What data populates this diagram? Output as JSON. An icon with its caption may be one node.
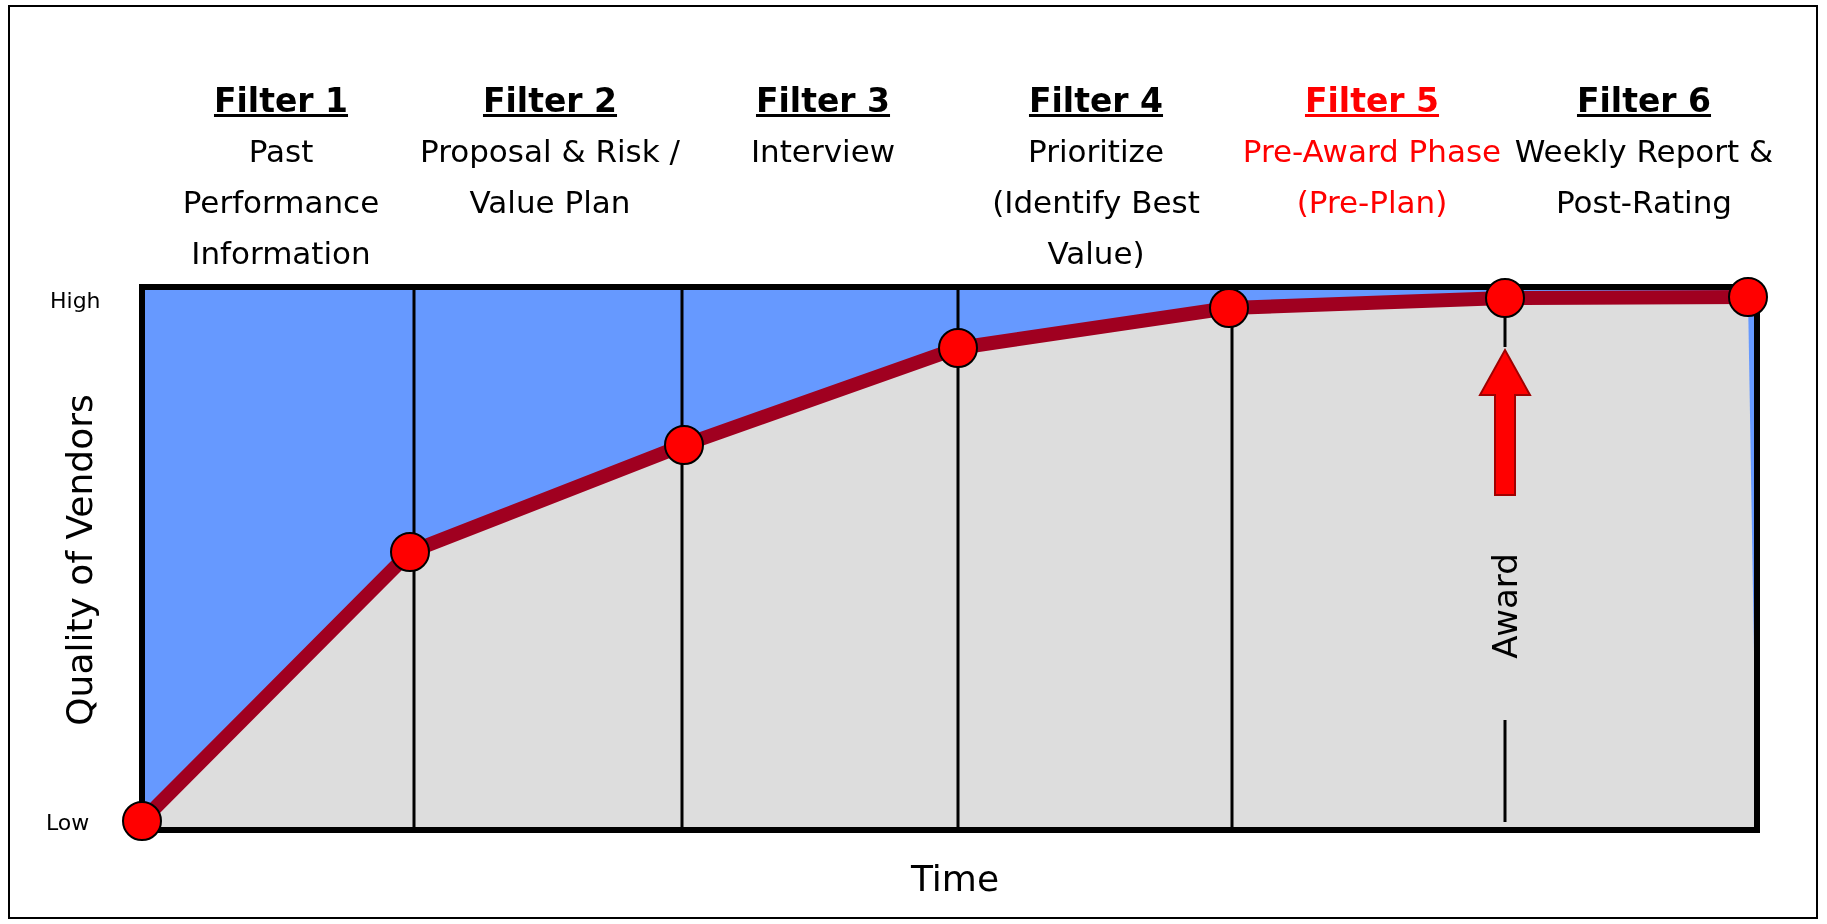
{
  "diagram": {
    "labels": [
      "Filter 1",
      "Past Performance Information",
      "Filter 2",
      "Proposal & Risk / Value Plan",
      "Filter 3",
      "Interview",
      "Filter 4",
      "Prioritize (Identify Best Value)",
      "Filter 5",
      "Pre-Award Phase (Pre-Plan)",
      "Filter 6",
      "Weekly Report & Post-Rating",
      "High",
      "Low",
      "Quality of Vendors",
      "Time",
      "Award"
    ]
  }
}
